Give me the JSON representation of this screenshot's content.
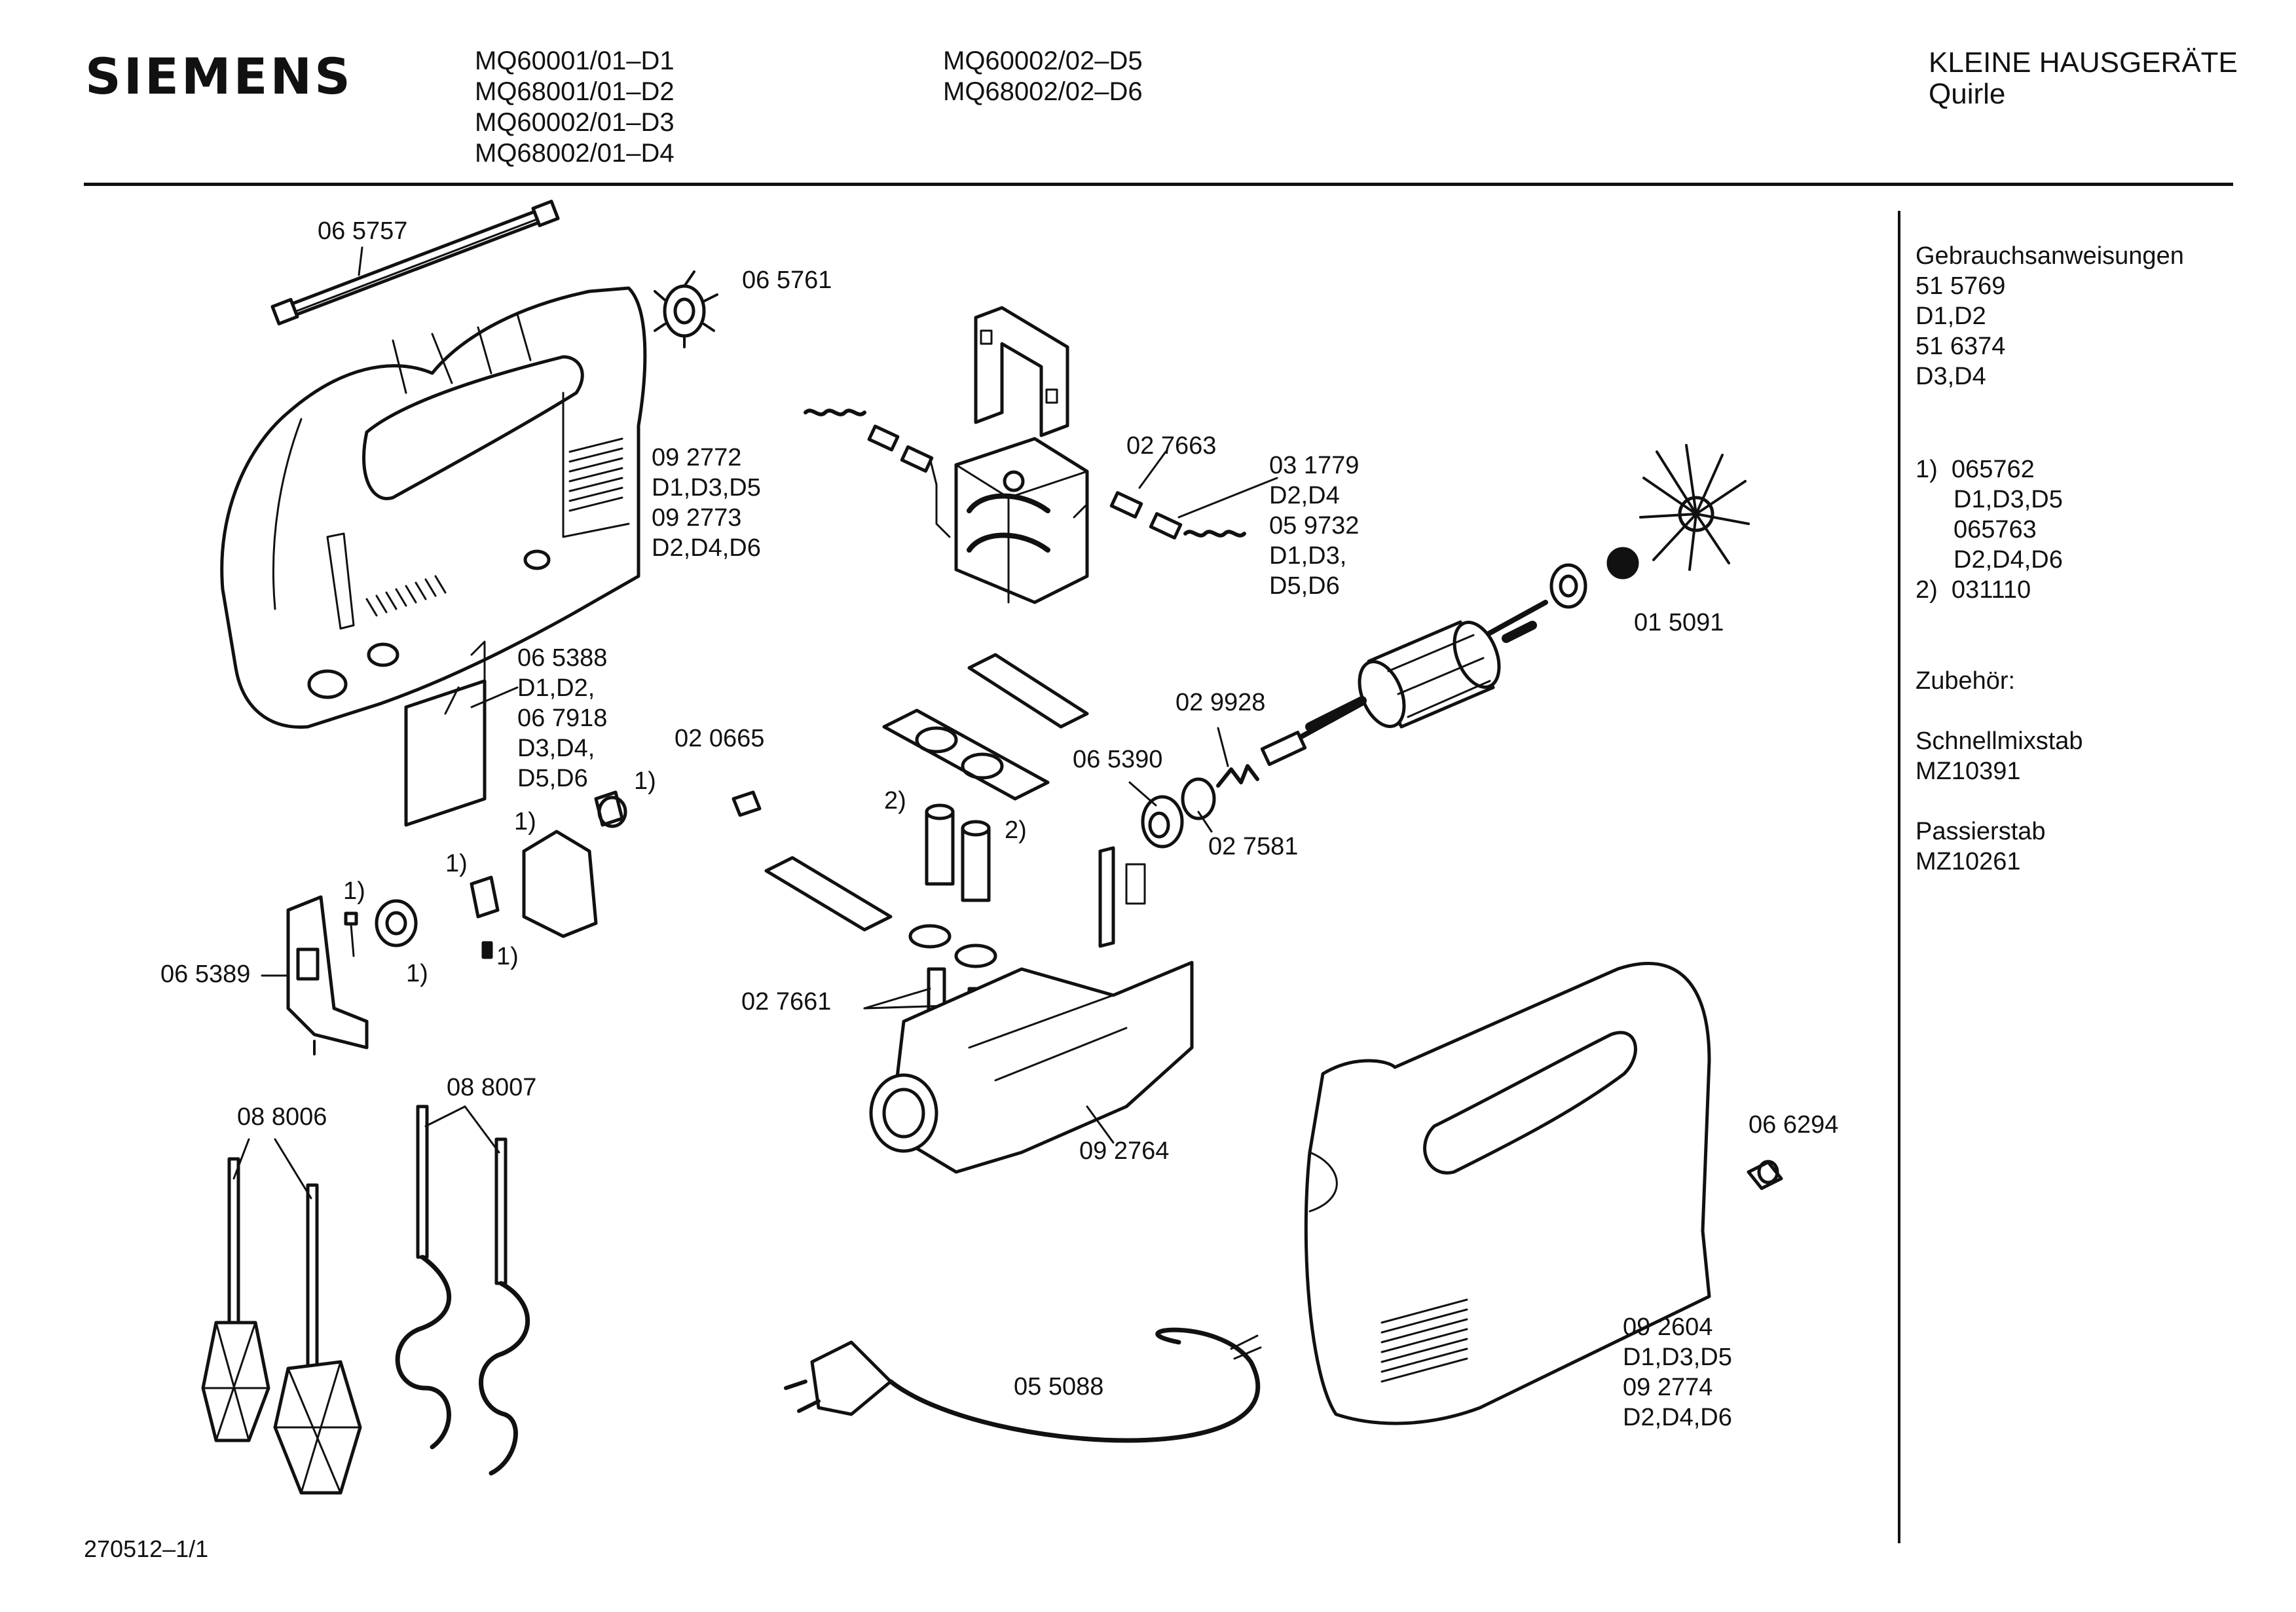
{
  "header": {
    "brand": "SIEMENS",
    "models_col1": [
      "MQ60001/01–D1",
      "MQ68001/01–D2",
      "MQ60002/01–D3",
      "MQ68002/01–D4"
    ],
    "models_col2": [
      "MQ60002/02–D5",
      "MQ68002/02–D6"
    ],
    "category": "KLEINE HAUSGERÄTE",
    "subcategory": "Quirle"
  },
  "sidebar": {
    "manuals_title": "Gebrauchsanweisungen",
    "manuals": [
      "51 5769",
      "D1,D2",
      "51 6374",
      "D3,D4"
    ],
    "notes": [
      {
        "num": "1)",
        "lines": [
          "065762",
          "D1,D3,D5",
          "065763",
          "D2,D4,D6"
        ]
      },
      {
        "num": "2)",
        "lines": [
          "031110"
        ]
      }
    ],
    "accessories_title": "Zubehör:",
    "accessories": [
      {
        "name": "Schnellmixstab",
        "code": "MZ10391"
      },
      {
        "name": "Passierstab",
        "code": "MZ10261"
      }
    ]
  },
  "parts": {
    "p065757": "06 5757",
    "p065761": "06 5761",
    "p092772": [
      "09 2772",
      "D1,D3,D5",
      "09 2773",
      "D2,D4,D6"
    ],
    "p027663": "02 7663",
    "p031779": [
      "03 1779",
      "D2,D4",
      "05 9732",
      "D1,D3,",
      "D5,D6"
    ],
    "p015091": "01 5091",
    "p065388": [
      "06 5388",
      "D1,D2,",
      "06 7918",
      "D3,D4,",
      "D5,D6"
    ],
    "p020665": "02 0665",
    "p029928": "02 9928",
    "p065390": "06 5390",
    "p027581": "02 7581",
    "p065389": "06 5389",
    "p027661": "02 7661",
    "p088006": "08 8006",
    "p088007": "08 8007",
    "p092764": "09 2764",
    "p066294": "06 6294",
    "p055088": "05 5088",
    "p092604": [
      "09 2604",
      "D1,D3,D5",
      "09 2774",
      "D2,D4,D6"
    ],
    "note1": "1)",
    "note2": "2)"
  },
  "footer": {
    "code": "270512–1/1"
  }
}
